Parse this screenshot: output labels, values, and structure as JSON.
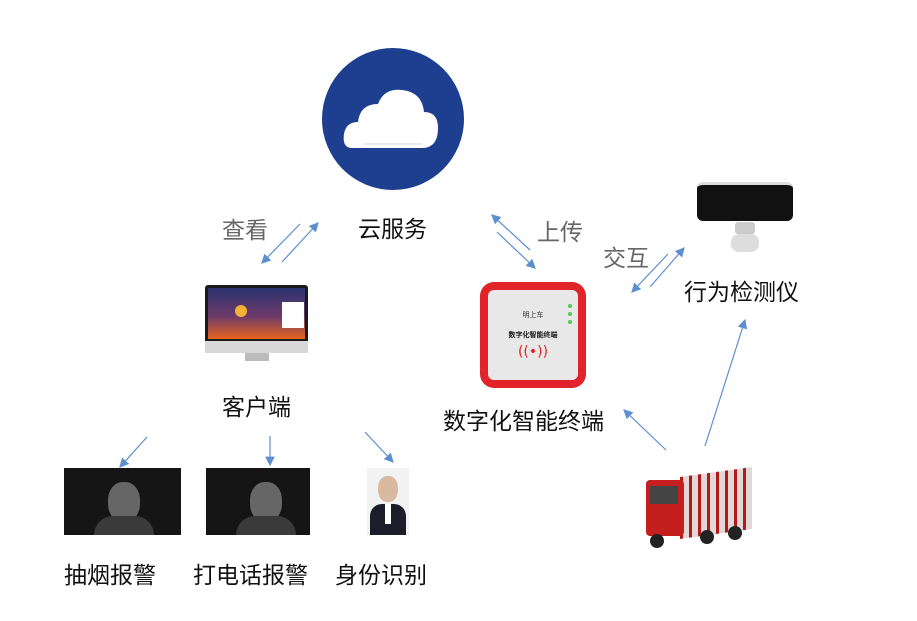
{
  "nodes": {
    "cloud": "云服务",
    "client": "客户端",
    "terminal": "数字化智能终端",
    "detector": "行为检测仪",
    "smoking": "抽烟报警",
    "phone": "打电话报警",
    "identity": "身份识别"
  },
  "edges": {
    "view": "查看",
    "upload": "上传",
    "interact": "交互"
  },
  "terminal_device": {
    "label": "数字化智能终端",
    "logo": "明上车"
  },
  "colors": {
    "cloud": "#1e3f8f",
    "arrow": "#5b8fd0",
    "terminal": "#e0242a"
  }
}
